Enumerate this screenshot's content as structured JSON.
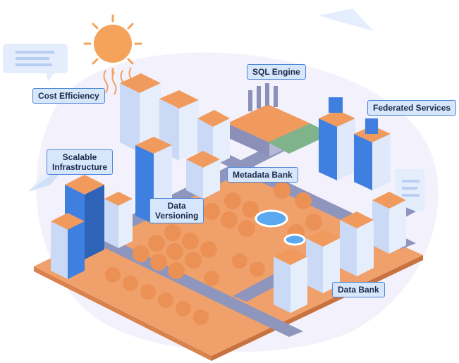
{
  "labels": {
    "cost_efficiency": "Cost Efficiency",
    "sql_engine": "SQL Engine",
    "federated_services": "Federated Services",
    "scalable_infrastructure": [
      "Scalable",
      "Infrastructure"
    ],
    "metadata_bank": "Metadata Bank",
    "data_versioning": [
      "Data",
      "Versioning"
    ],
    "data_bank": "Data Bank"
  },
  "colors": {
    "ground": "#f0a06a",
    "ground_dark": "#d9824d",
    "road": "#8f96bd",
    "road_edge": "#6d74a3",
    "blob": "#f3f1fb",
    "building_blue": "#3f7fe0",
    "building_light": "#dfe9fb",
    "roof": "#f09a5e",
    "sun": "#f5a25a",
    "label_fill": "#d6e6fb",
    "label_border": "#4f86d9",
    "water": "#5aa9f0"
  },
  "icons": [
    "sun-icon",
    "paper-plane-icon",
    "chat-bubble-icon"
  ]
}
